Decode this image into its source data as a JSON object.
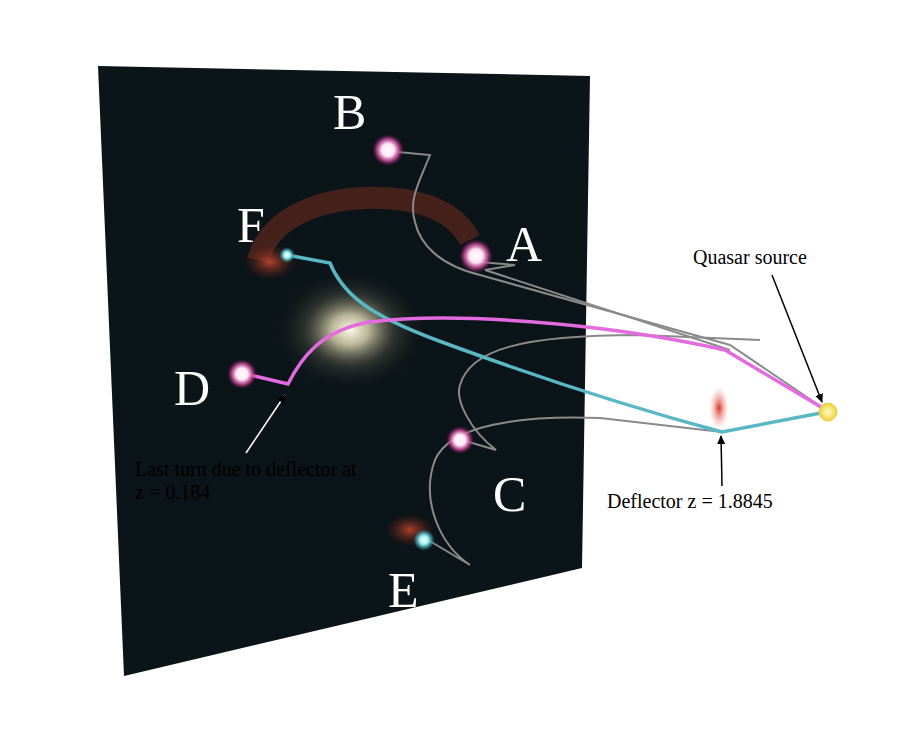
{
  "diagram": {
    "labels": [
      "B",
      "F",
      "A",
      "D",
      "C",
      "E",
      "Quasar source",
      "Last turn due to deflector at z = 0.184",
      "Deflector z = 1.8845"
    ]
  }
}
